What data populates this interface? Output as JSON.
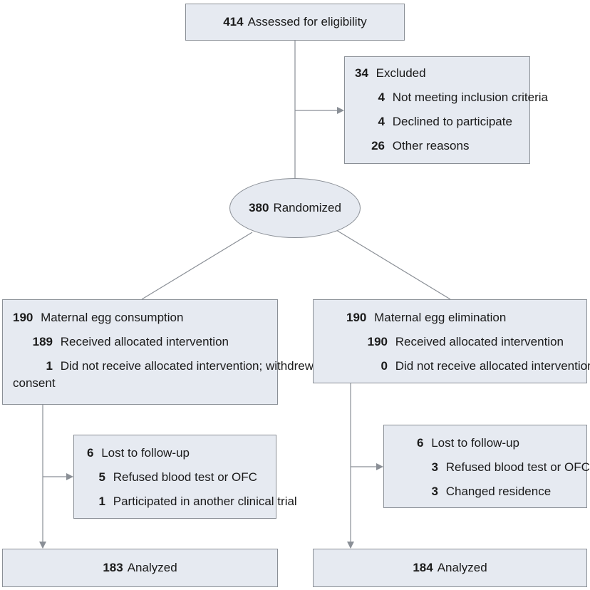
{
  "assessed": {
    "n": "414",
    "label": "Assessed for eligibility"
  },
  "excluded": {
    "n": "34",
    "label": "Excluded",
    "reasons": [
      {
        "n": "4",
        "label": "Not meeting inclusion criteria"
      },
      {
        "n": "4",
        "label": "Declined to participate"
      },
      {
        "n": "26",
        "label": "Other reasons"
      }
    ]
  },
  "randomized": {
    "n": "380",
    "label": "Randomized"
  },
  "left_arm": {
    "n": "190",
    "label": "Maternal egg consumption",
    "received": {
      "n": "189",
      "label": "Received allocated intervention"
    },
    "not_received": {
      "n": "1",
      "label": "Did not receive allocated intervention; withdrew",
      "label_cont": "consent"
    },
    "lost": {
      "n": "6",
      "label": "Lost to follow-up",
      "reasons": [
        {
          "n": "5",
          "label": "Refused blood test or OFC"
        },
        {
          "n": "1",
          "label": "Participated in another clinical trial"
        }
      ]
    },
    "analyzed": {
      "n": "183",
      "label": "Analyzed"
    }
  },
  "right_arm": {
    "n": "190",
    "label": "Maternal egg elimination",
    "received": {
      "n": "190",
      "label": "Received allocated intervention"
    },
    "not_received": {
      "n": "0",
      "label": "Did not receive allocated intervention"
    },
    "lost": {
      "n": "6",
      "label": "Lost to follow-up",
      "reasons": [
        {
          "n": "3",
          "label": "Refused blood test or OFC"
        },
        {
          "n": "3",
          "label": "Changed residence"
        }
      ]
    },
    "analyzed": {
      "n": "184",
      "label": "Analyzed"
    }
  },
  "colors": {
    "box_fill": "#e6eaf1",
    "border": "#8a8f96",
    "line": "#8a8f96"
  }
}
